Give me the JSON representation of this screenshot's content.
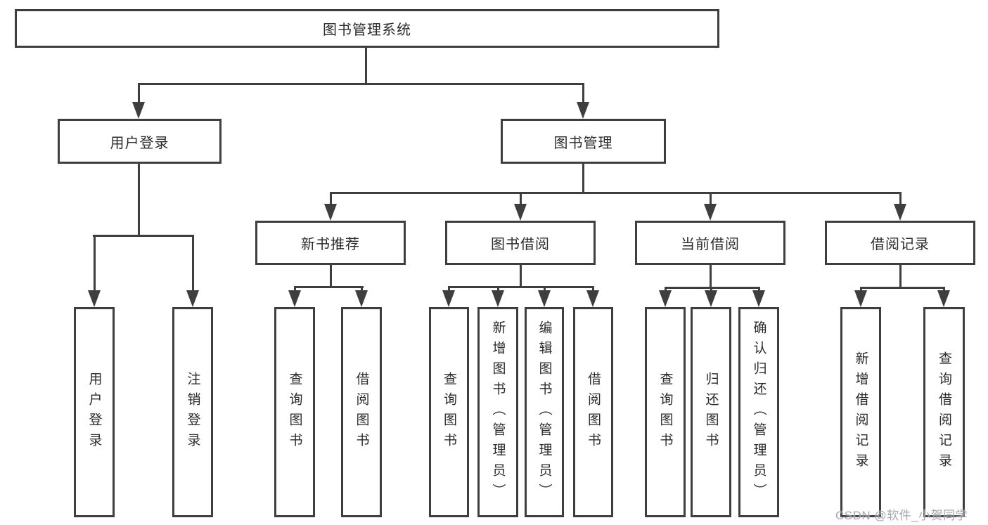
{
  "watermark": {
    "text": "CSDN @软件_小贺同学"
  },
  "diagram": {
    "root": {
      "label": "图书管理系统"
    },
    "branches": [
      {
        "label": "用户登录",
        "children": [
          {
            "label": "用户登录"
          },
          {
            "label": "注销登录"
          }
        ]
      },
      {
        "label": "图书管理",
        "children": [
          {
            "label": "新书推荐",
            "children": [
              {
                "label": "查询图书"
              },
              {
                "label": "借阅图书"
              }
            ]
          },
          {
            "label": "图书借阅",
            "children": [
              {
                "label": "查询图书"
              },
              {
                "label": "新增图书（管理员）"
              },
              {
                "label": "编辑图书（管理员）"
              },
              {
                "label": "借阅图书"
              }
            ]
          },
          {
            "label": "当前借阅",
            "children": [
              {
                "label": "查询图书"
              },
              {
                "label": "归还图书"
              },
              {
                "label": "确认归还（管理员）"
              }
            ]
          },
          {
            "label": "借阅记录",
            "children": [
              {
                "label": "新增借阅记录"
              },
              {
                "label": "查询借阅记录"
              }
            ]
          }
        ]
      }
    ]
  }
}
